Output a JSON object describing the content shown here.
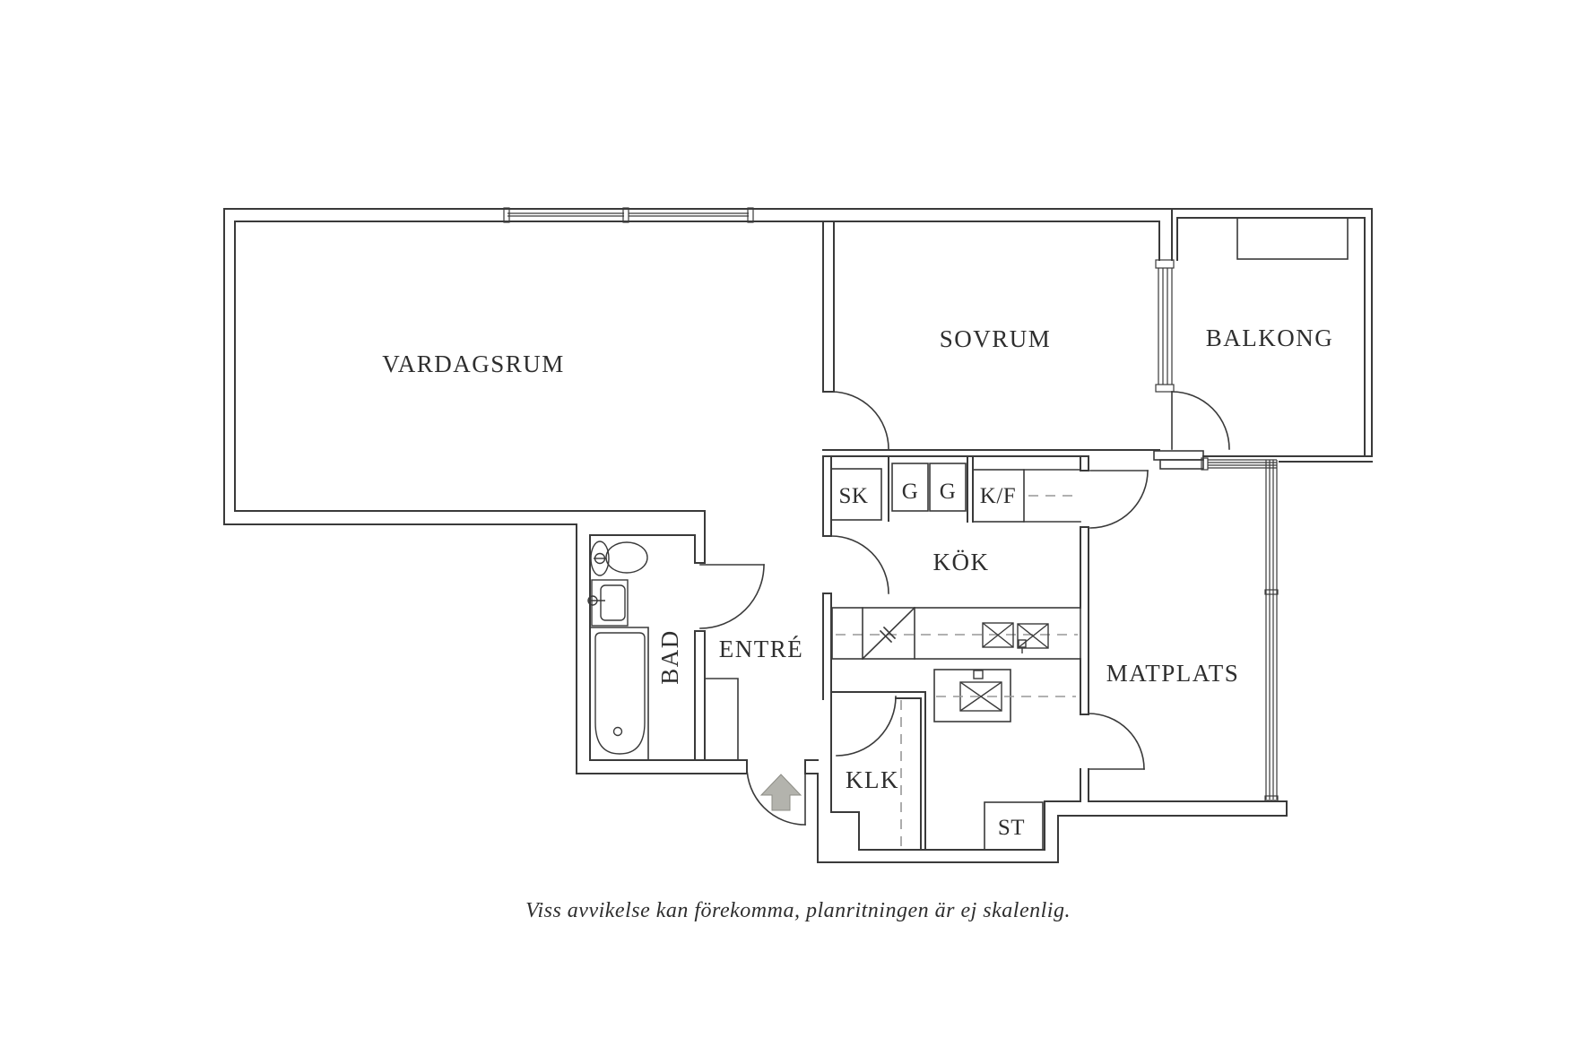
{
  "labels": {
    "vardagsrum": "VARDAGSRUM",
    "sovrum": "SOVRUM",
    "balkong": "BALKONG",
    "kok": "KÖK",
    "entre": "ENTRÉ",
    "bad": "BAD",
    "klk": "KLK",
    "matplats": "MATPLATS",
    "st": "ST",
    "sk": "SK",
    "g_left": "G",
    "g_right": "G",
    "kf": "K/F"
  },
  "caption": "Viss avvikelse kan förekomma, planritningen är ej skalenlig.",
  "icons": {
    "entrance_arrow": "up-arrow"
  },
  "colors": {
    "line": "#3a3a3a",
    "dash": "#979797",
    "text": "#2e2e2e",
    "arrow_fill": "#b3b3ad",
    "background": "#ffffff"
  }
}
